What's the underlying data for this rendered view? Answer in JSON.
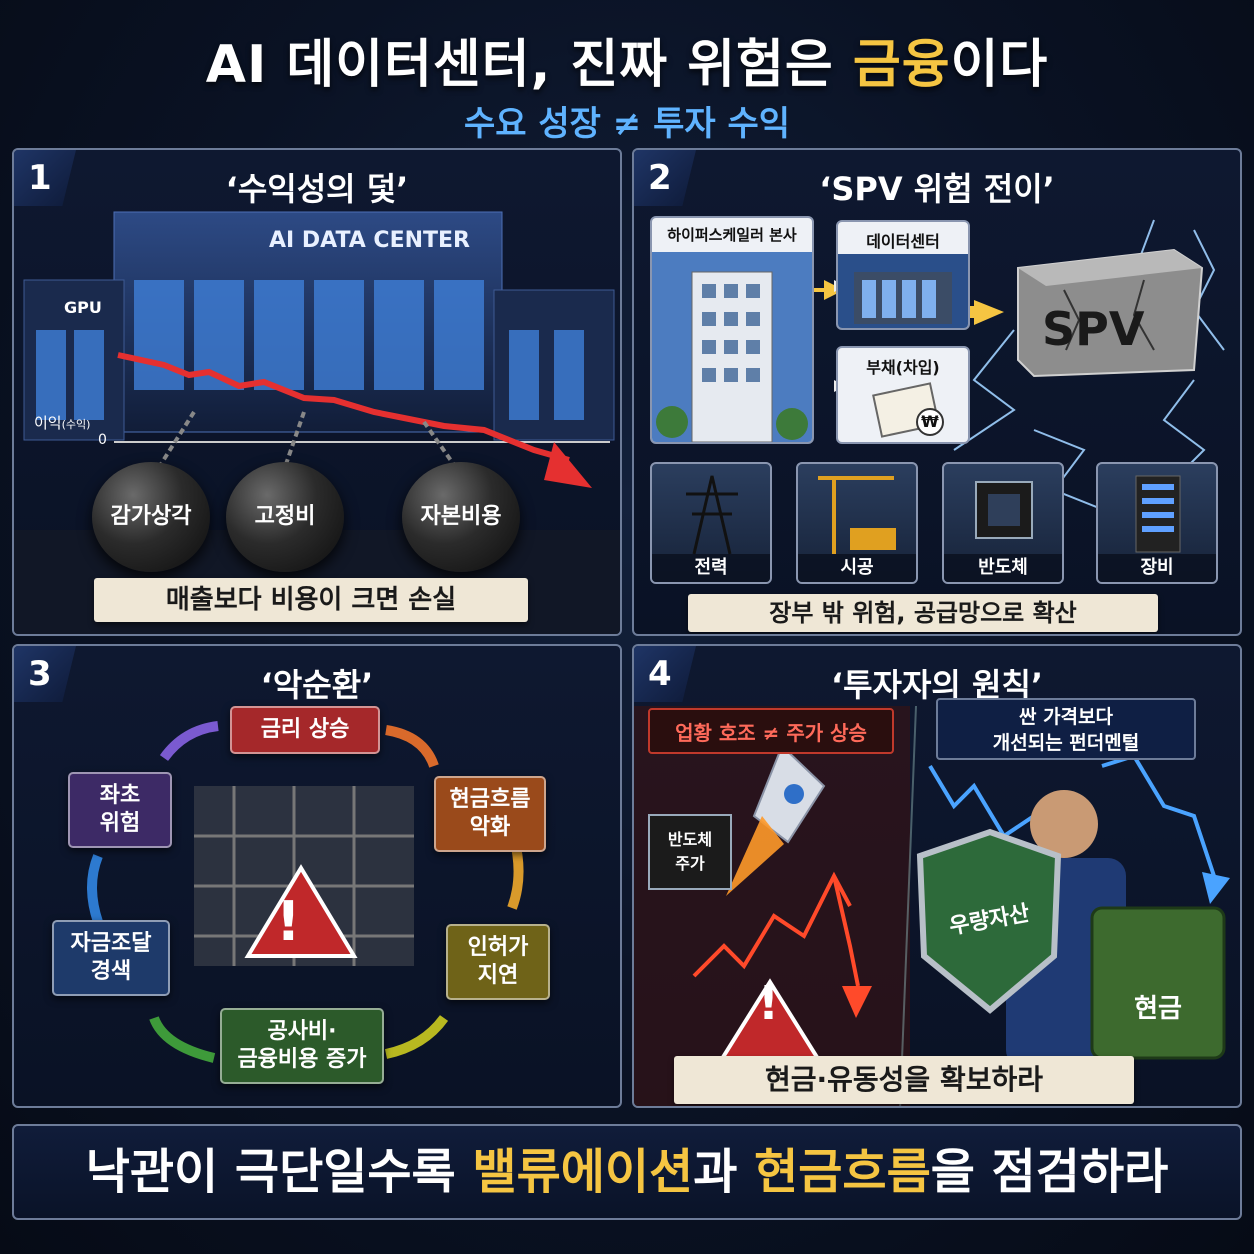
{
  "header": {
    "title_pre": "AI 데이터센터, 진짜 위험은 ",
    "title_hl": "금융",
    "title_post": "이다",
    "subtitle": "수요 성장 ≠ 투자 수익"
  },
  "colors": {
    "accent_yellow": "#f5c542",
    "accent_blue": "#5fb3ff",
    "panel_border": "#6d7c99"
  },
  "panel1": {
    "num": "1",
    "title": "‘수익성의 덫’",
    "building_sign": "AI DATA CENTER",
    "gpu_label": "GPU",
    "axis_label": "이익",
    "axis_label_small": "(수익)",
    "axis_zero": "0",
    "weights": [
      "감가상각",
      "고정비",
      "자본비용"
    ],
    "caption": "매출보다 비용이 크면 손실"
  },
  "panel2": {
    "num": "2",
    "title": "‘SPV 위험 전이’",
    "hq_label": "하이퍼스케일러 본사",
    "dc_label": "데이터센터",
    "debt_label": "부채(차입)",
    "won_symbol": "₩",
    "spv_label": "SPV",
    "supply": [
      "전력",
      "시공",
      "반도체",
      "장비"
    ],
    "caption": "장부 밖 위험, 공급망으로 확산"
  },
  "panel3": {
    "num": "3",
    "title": "‘악순환’",
    "cycle": [
      {
        "label": "금리 상승",
        "color": "#a5282a"
      },
      {
        "label": "현금흐름\n악화",
        "color": "#9a4a1b"
      },
      {
        "label": "인허가\n지연",
        "color": "#6f6318"
      },
      {
        "label": "공사비·\n금융비용 증가",
        "color": "#2c5a2a"
      },
      {
        "label": "자금조달\n경색",
        "color": "#1e3a6a"
      },
      {
        "label": "좌초\n위험",
        "color": "#3d2a66"
      }
    ],
    "warning": "!"
  },
  "panel4": {
    "num": "4",
    "title": "‘투자자의 원칙’",
    "tag_left": "업황 호조 ≠ 주가 상승",
    "tag_right": "싼 가격보다\n개선되는 펀더멘털",
    "chip_label": "반도체\n주가",
    "shield_label": "우량자산",
    "cash_label": "현금",
    "warning": "!",
    "caption": "현금·유동성을 확보하라"
  },
  "footer": {
    "pre": "낙관이 극단일수록 ",
    "hl1": "밸류에이션",
    "mid": "과 ",
    "hl2": "현금흐름",
    "post": "을 점검하라"
  }
}
